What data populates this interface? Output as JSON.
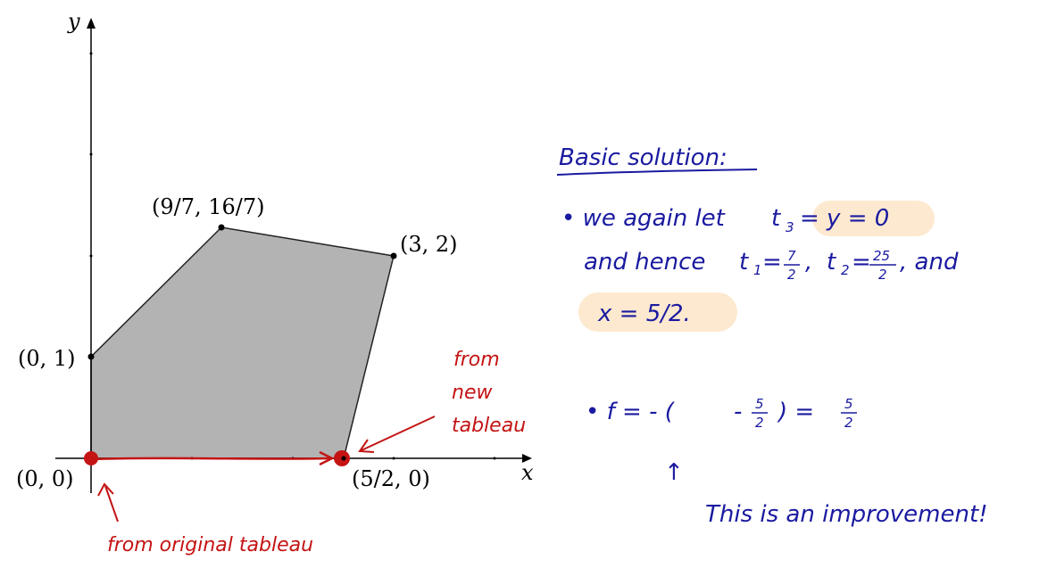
{
  "colors": {
    "feasible_region": "#b3b3b3",
    "ink_blue": "#1a1aa0",
    "ink_red": "#c41414",
    "highlight": "#fde9cf"
  },
  "axes": {
    "x_label": "x",
    "y_label": "y"
  },
  "vertices": [
    {
      "label": "(0, 1)",
      "x": 0,
      "y": 1
    },
    {
      "label": "(9/7, 16/7)",
      "x": 1.2857,
      "y": 2.2857
    },
    {
      "label": "(3, 2)",
      "x": 3,
      "y": 2
    },
    {
      "label": "(0, 0)",
      "x": 0,
      "y": 0
    },
    {
      "label": "(5/2, 0)",
      "x": 2.5,
      "y": 0
    }
  ],
  "annotations": {
    "from_new_line1": "from",
    "from_new_line2": "new",
    "from_new_line3": "tableau",
    "from_original": "from original tableau"
  },
  "notes": {
    "heading": "Basic solution:",
    "line1_prefix": "• we again let",
    "line1_t3": "t",
    "line1_t3_sub": "3",
    "line1_highlight": "= y = 0",
    "line2_prefix": "and hence",
    "t1": "t",
    "t1_sub": "1",
    "t1_eq": "=",
    "t1_num": "7",
    "t1_den": "2",
    "comma1": ",",
    "t2": "t",
    "t2_sub": "2",
    "t2_eq": "=",
    "t2_num": "25",
    "t2_den": "2",
    "line2_suffix": ", and",
    "line3_highlight": "x = 5/2.",
    "f_prefix": "•   f  =  - (",
    "f_neg": "-",
    "f_num1": "5",
    "f_den1": "2",
    "f_close": ")  =",
    "f_num2": "5",
    "f_den2": "2",
    "arrow_up": "↑",
    "improvement": "This is   an   improvement!"
  }
}
